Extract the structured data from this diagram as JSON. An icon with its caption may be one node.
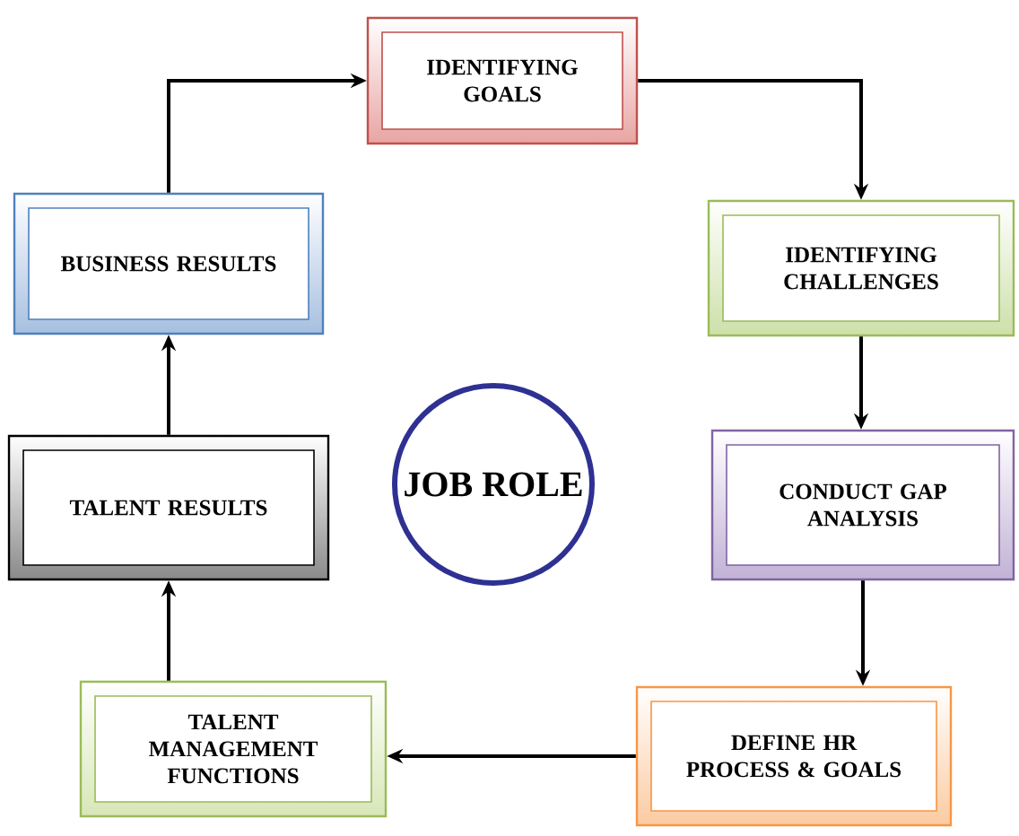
{
  "diagram": {
    "nodes": [
      {
        "text": [
          "IDENTIFYING GOALS"
        ]
      },
      {
        "text": [
          "BUSINESS RESULTS"
        ]
      },
      {
        "text": [
          "IDENTIFYING CHALLENGES"
        ]
      },
      {
        "text": [
          "JOB ROLE"
        ]
      },
      {
        "text": [
          "TALENT RESULTS"
        ]
      },
      {
        "text": [
          "CONDUCT GAP ANALYSIS"
        ]
      },
      {
        "text": [
          "TALENT MANAGEMENT FUNCTIONS"
        ]
      },
      {
        "text": [
          "DEFINE HR PROCESS & GOALS"
        ]
      }
    ],
    "edges": [
      {
        "from": 1,
        "to": 0,
        "arrow": "to"
      },
      {
        "from": 0,
        "to": 2,
        "arrow": "to"
      },
      {
        "from": 2,
        "to": 5,
        "arrow": "to"
      },
      {
        "from": 5,
        "to": 7,
        "arrow": "to"
      },
      {
        "from": 7,
        "to": 6,
        "arrow": "to"
      },
      {
        "from": 6,
        "to": 4,
        "arrow": "to"
      },
      {
        "from": 4,
        "to": 1,
        "arrow": "to"
      }
    ]
  }
}
